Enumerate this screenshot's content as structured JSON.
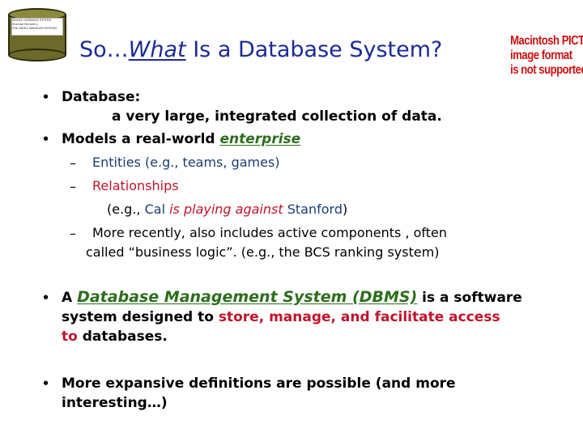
{
  "slide": {
    "title_prefix": "So…",
    "title_emph": "What",
    "title_suffix": " Is a Database System?",
    "pict_notice": [
      "Macintosh PICT",
      "image format",
      "is not supported"
    ],
    "bullet_char": "•",
    "dash_char": "–",
    "db": {
      "label": "Database:",
      "definition": "a very large, integrated collection of data."
    },
    "models": {
      "prefix": "Models a real-world ",
      "emph": "enterprise"
    },
    "entities": {
      "label": "Entities (e.g., ",
      "item1": "teams",
      "sep": ", ",
      "item2": "games",
      "close": ")"
    },
    "relationships": {
      "label": "Relationships",
      "ex_open": "(e.g., ",
      "ex_subject": "Cal",
      "ex_verb": " is playing against ",
      "ex_object": "Stanford",
      "ex_close": ")"
    },
    "recent": {
      "line1": "More recently, also includes active components , often",
      "line2": "called “business logic”.  (e.g., the BCS ranking system)"
    },
    "dbms": {
      "a": "A ",
      "term": "Database Management System (DBMS)",
      "rest": " is a software",
      "line2_start": "system designed to ",
      "line2_red": "store, manage, and facilitate access",
      "line3_red": "to",
      "line3_rest": " databases."
    },
    "more": {
      "line1": "More expansive definitions are possible (and more",
      "line2": "interesting…)"
    },
    "drum_label_lines": [
      "MODEL DATABASE SYSTEM",
      "Storage   Recovery",
      "THE INDEX MANAGER ENTRIES"
    ]
  }
}
